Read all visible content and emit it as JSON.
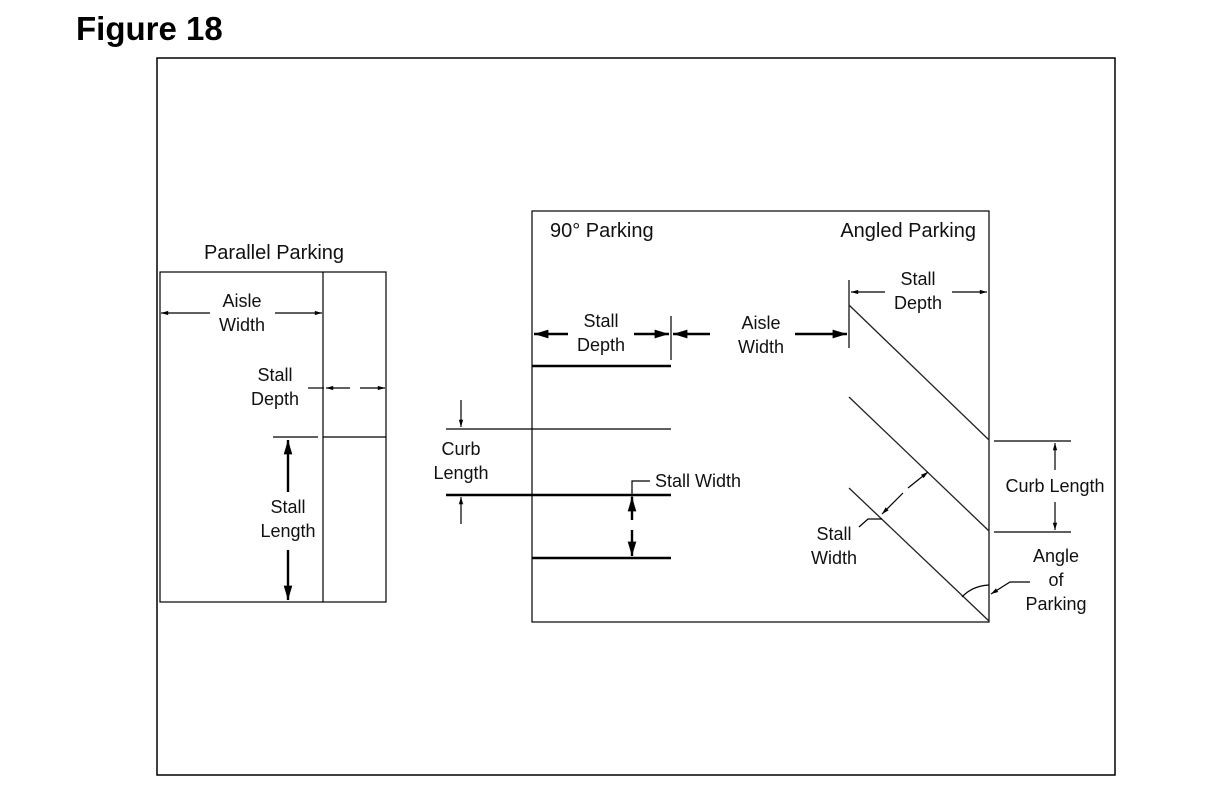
{
  "figure": {
    "title": "Figure 18"
  },
  "parallel": {
    "title": "Parallel Parking",
    "aisle_width": [
      "Aisle",
      "Width"
    ],
    "stall_depth": [
      "Stall",
      "Depth"
    ],
    "stall_length": [
      "Stall",
      "Length"
    ]
  },
  "perpendicular": {
    "title": "90° Parking",
    "stall_depth": [
      "Stall",
      "Depth"
    ],
    "aisle_width": [
      "Aisle",
      "Width"
    ],
    "curb_length": [
      "Curb",
      "Length"
    ],
    "stall_width": "Stall Width"
  },
  "angled": {
    "title": "Angled Parking",
    "stall_depth": [
      "Stall",
      "Depth"
    ],
    "curb_length": "Curb Length",
    "stall_width": [
      "Stall",
      "Width"
    ],
    "angle_of_parking": [
      "Angle",
      "of",
      "Parking"
    ]
  }
}
